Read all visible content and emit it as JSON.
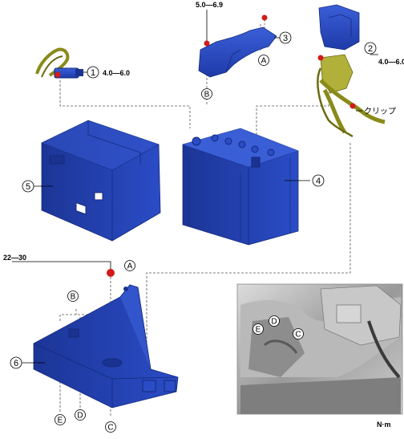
{
  "callouts": {
    "c1": "1",
    "c2": "2",
    "c3": "3",
    "c4": "4",
    "c5": "5",
    "c6": "6"
  },
  "letters": {
    "A_top": "A",
    "B_top": "B",
    "A_tray": "A",
    "B_tray": "B",
    "C_tray": "C",
    "D_tray": "D",
    "E_tray": "E",
    "C_photo": "C",
    "D_photo": "D",
    "E_photo": "E"
  },
  "torques": {
    "t1": "4.0—6.0",
    "t2": "4.0—6.0",
    "t3": "5.0—6.9",
    "t6": "22—30"
  },
  "clip_label": "クリップ",
  "unit_label": "N·m",
  "colors": {
    "part_blue": "#2244b8",
    "part_dark": "#142a7a",
    "harness": "#8a8a1a",
    "marker_red": "#d21a1a"
  }
}
